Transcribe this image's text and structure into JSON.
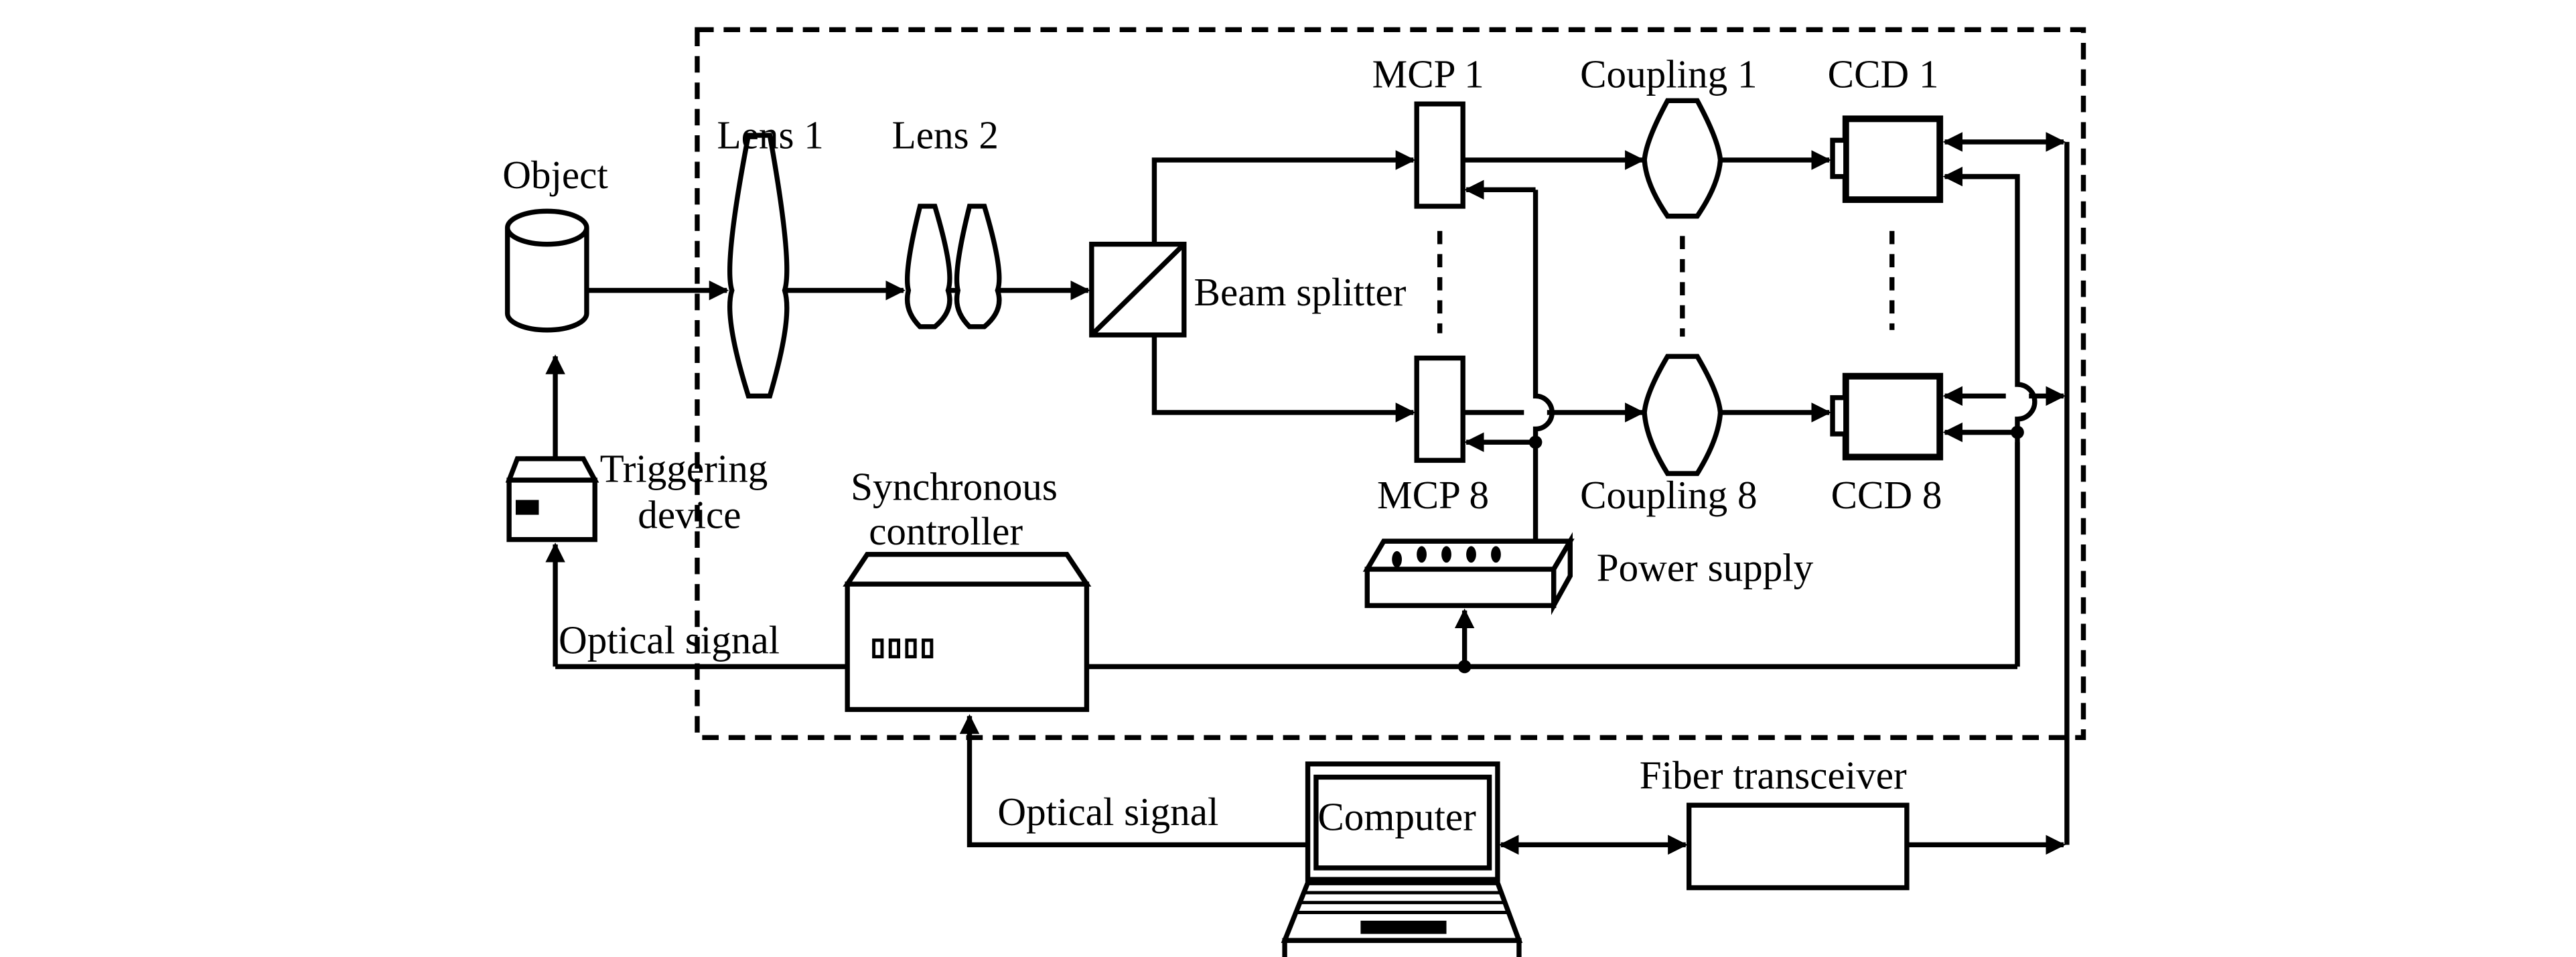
{
  "figure": {
    "description": "Schematic of an 8-channel framing camera system with optical path and synchronous control",
    "labels": {
      "object": "Object",
      "lens1": "Lens 1",
      "lens2": "Lens 2",
      "beam_splitter": "Beam splitter",
      "mcp1": "MCP 1",
      "mcp8": "MCP 8",
      "coupling1": "Coupling 1",
      "coupling8": "Coupling 8",
      "ccd1": "CCD 1",
      "ccd8": "CCD 8",
      "triggering_line1": "Triggering",
      "triggering_line2": "device",
      "sync_line1": "Synchronous",
      "sync_line2": "controller",
      "power_supply": "Power supply",
      "optical_signal_top": "Optical signal",
      "optical_signal_bottom": "Optical signal",
      "computer": "Computer",
      "fiber_transceiver": "Fiber transceiver"
    },
    "colors": {
      "stroke": "#000000",
      "background": "#ffffff"
    }
  }
}
